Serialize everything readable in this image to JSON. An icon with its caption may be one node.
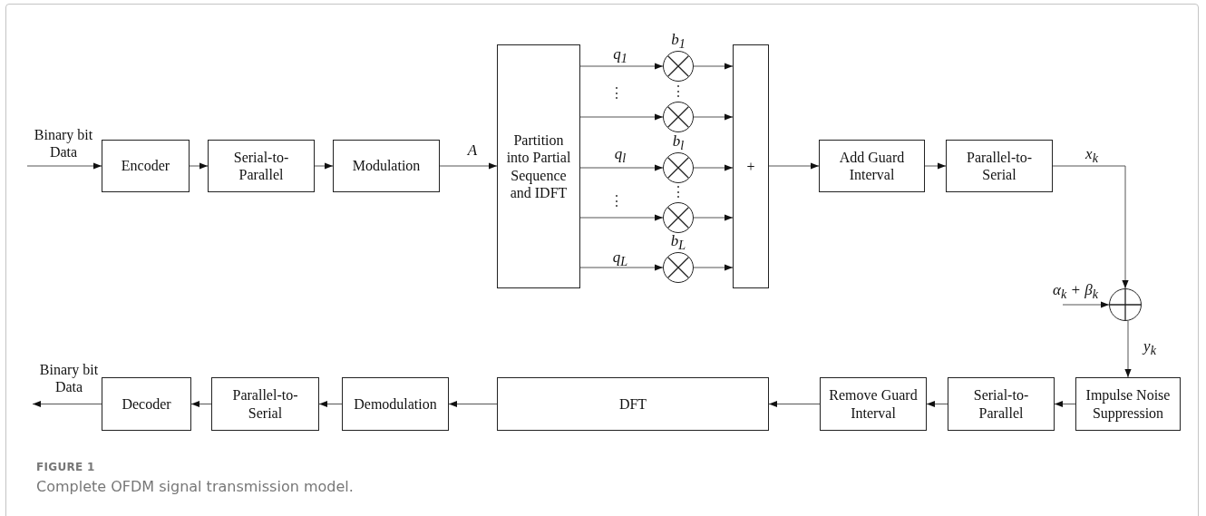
{
  "diagram": {
    "caption": "Complete OFDM signal transmission model.",
    "nodes": [
      {
        "text": [
          "Encoder"
        ]
      },
      {
        "text": [
          "Serial-to-Parallel"
        ]
      },
      {
        "text": [
          "Modulation"
        ]
      },
      {
        "text": [
          "Partition into Partial Sequence and IDFT"
        ]
      },
      {
        "text": [],
        "shape": "circle",
        "beside": [
          "b$_{1}$"
        ]
      },
      {
        "text": [],
        "shape": "circle"
      },
      {
        "text": [],
        "shape": "circle",
        "beside": [
          "b$_{l}$"
        ]
      },
      {
        "text": [],
        "shape": "circle"
      },
      {
        "text": [],
        "shape": "circle",
        "beside": [
          "b$_{L}$"
        ]
      },
      {
        "text": [
          "+"
        ]
      },
      {
        "text": [
          "Add Guard Interval"
        ]
      },
      {
        "text": [
          "Parallel-to-Serial"
        ]
      },
      {
        "text": [],
        "shape": "circle"
      },
      {
        "text": [
          "Impulse Noise Suppression"
        ]
      },
      {
        "text": [
          "Serial-to-Parallel"
        ]
      },
      {
        "text": [
          "Remove Guard Interval"
        ]
      },
      {
        "text": [
          "DFT"
        ]
      },
      {
        "text": [
          "Demodulation"
        ]
      },
      {
        "text": [
          "Parallel-to-Serial"
        ]
      },
      {
        "text": [
          "Decoder"
        ]
      },
      {
        "text": [
          "Binary bit Data"
        ]
      },
      {
        "text": [
          "Binary bit Data"
        ]
      }
    ],
    "edges": [
      {
        "from": 20,
        "to": 0,
        "arrow": "to"
      },
      {
        "from": 0,
        "to": 1,
        "arrow": "to"
      },
      {
        "from": 1,
        "to": 2,
        "arrow": "to"
      },
      {
        "from": 2,
        "to": 3,
        "arrow": "to",
        "label": "A"
      },
      {
        "from": 3,
        "to": 4,
        "arrow": "to",
        "label": "q$_{1}$"
      },
      {
        "from": 3,
        "to": 5,
        "arrow": "to"
      },
      {
        "from": 3,
        "to": 6,
        "arrow": "to",
        "label": "q$_{l}$"
      },
      {
        "from": 3,
        "to": 7,
        "arrow": "to"
      },
      {
        "from": 3,
        "to": 8,
        "arrow": "to",
        "label": "q$_{L}$"
      },
      {
        "from": 4,
        "to": 9,
        "arrow": "to"
      },
      {
        "from": 5,
        "to": 9,
        "arrow": "to"
      },
      {
        "from": 6,
        "to": 9,
        "arrow": "to"
      },
      {
        "from": 7,
        "to": 9,
        "arrow": "to"
      },
      {
        "from": 8,
        "to": 9,
        "arrow": "to"
      },
      {
        "from": 9,
        "to": 10,
        "arrow": "to"
      },
      {
        "from": 10,
        "to": 11,
        "arrow": "to"
      },
      {
        "from": 11,
        "to": 12,
        "arrow": "to",
        "label": "x$_{k}$"
      },
      {
        "from": null,
        "to": 12,
        "arrow": "to",
        "label": "α$_{k}$ + β$_{k}$"
      },
      {
        "from": 12,
        "to": 13,
        "arrow": "to",
        "label": "y$_{k}$"
      },
      {
        "from": 13,
        "to": 14,
        "arrow": "to"
      },
      {
        "from": 14,
        "to": 15,
        "arrow": "to"
      },
      {
        "from": 15,
        "to": 16,
        "arrow": "to"
      },
      {
        "from": 16,
        "to": 17,
        "arrow": "to"
      },
      {
        "from": 17,
        "to": 18,
        "arrow": "to"
      },
      {
        "from": 18,
        "to": 19,
        "arrow": "to"
      },
      {
        "from": 19,
        "to": 21,
        "arrow": "to"
      }
    ],
    "labels": [
      "⋮",
      "⋮",
      "⋮",
      "⋮",
      "FIGURE 1"
    ]
  }
}
